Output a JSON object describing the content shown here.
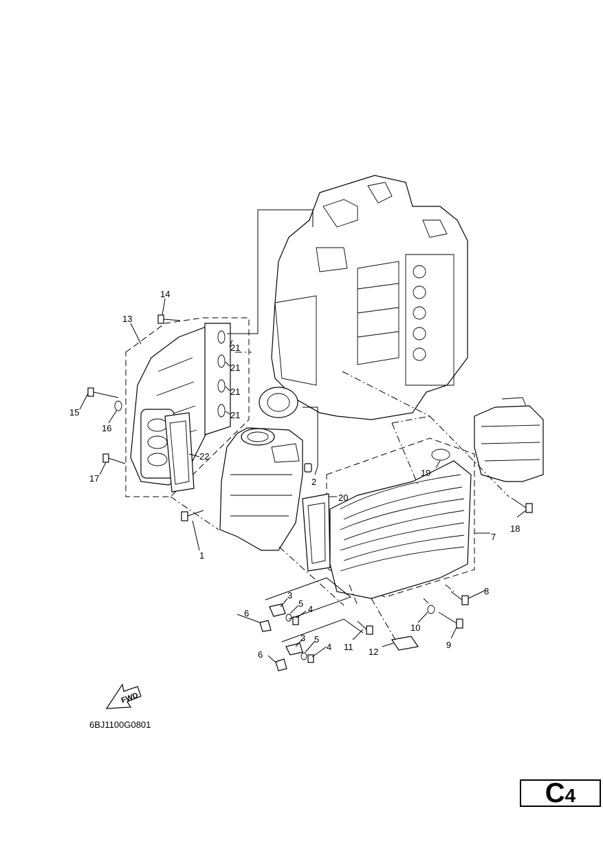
{
  "figure": {
    "code": "6BJ1100G0801",
    "section_letter": "C",
    "section_number": "4",
    "fwd_label": "FWD"
  },
  "callouts": {
    "c1": "1",
    "c2": "2",
    "c3a": "3",
    "c3b": "3",
    "c4a": "4",
    "c4b": "4",
    "c5a": "5",
    "c5b": "5",
    "c6a": "6",
    "c6b": "6",
    "c7": "7",
    "c8": "8",
    "c9": "9",
    "c10": "10",
    "c11": "11",
    "c12": "12",
    "c13": "13",
    "c14": "14",
    "c15": "15",
    "c16": "16",
    "c17": "17",
    "c18": "18",
    "c19": "19",
    "c20": "20",
    "c21a": "21",
    "c21b": "21",
    "c21c": "21",
    "c21d": "21",
    "c22": "22"
  }
}
